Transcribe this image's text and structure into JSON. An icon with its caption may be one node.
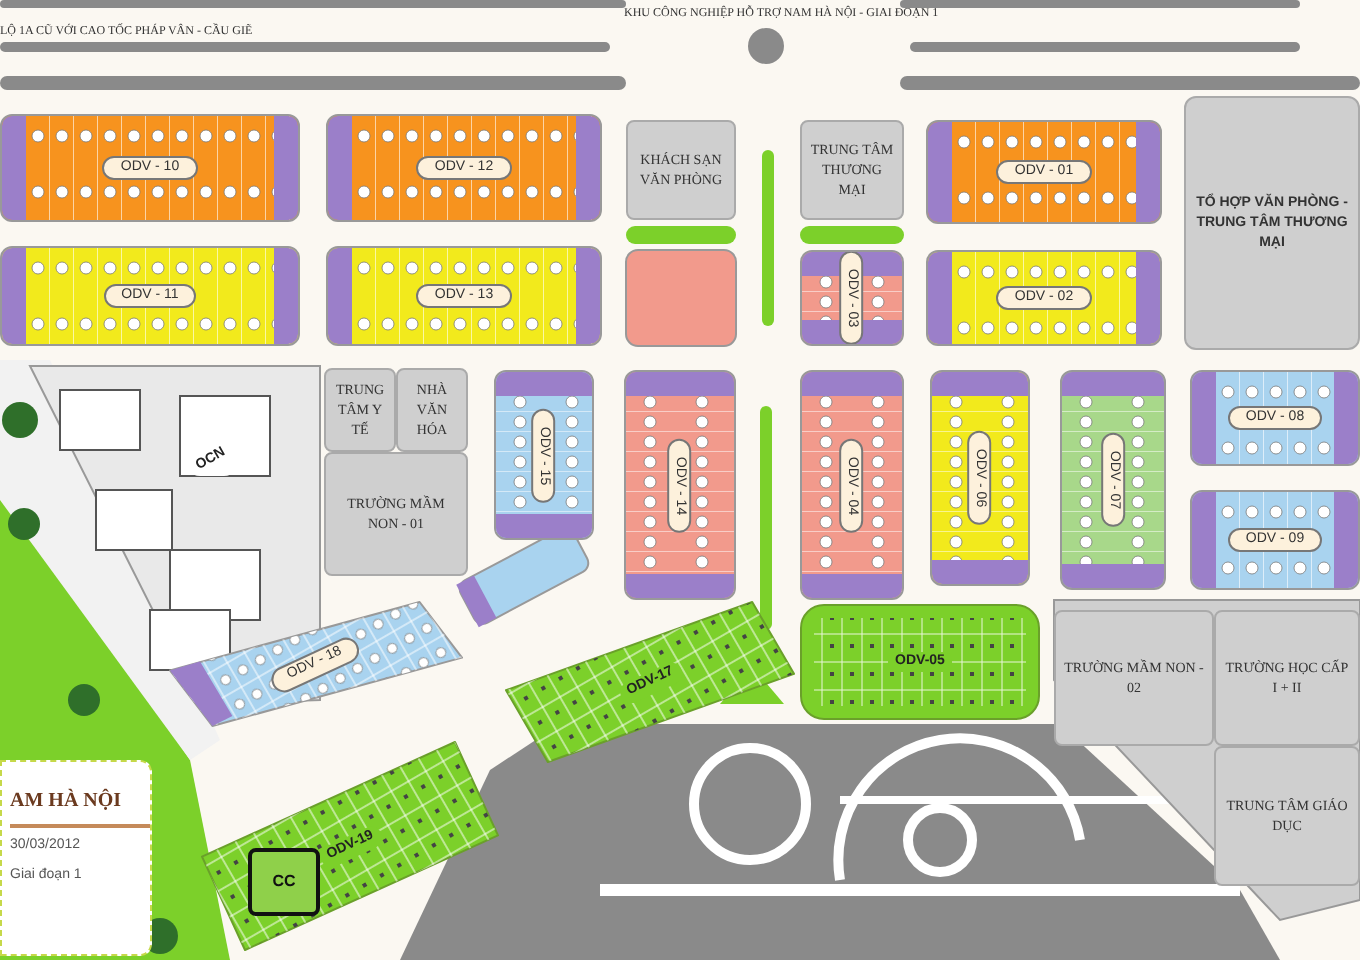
{
  "diagram": {
    "nodes": [
      {
        "text": [
          "ODV - 10"
        ]
      },
      {
        "text": [
          "ODV - 12"
        ]
      },
      {
        "text": [
          "KHÁCH SẠN VĂN PHÒNG"
        ]
      },
      {
        "text": [
          "TRUNG TÂM THƯƠNG MẠI"
        ]
      },
      {
        "text": [
          "ODV - 01"
        ]
      },
      {
        "text": [
          "TỔ HỢP VĂN PHÒNG - TRUNG TÂM THƯƠNG MẠI"
        ]
      },
      {
        "text": [
          "ODV - 11"
        ]
      },
      {
        "text": [
          "ODV - 13"
        ]
      },
      {
        "text": [
          "ODV - 03"
        ]
      },
      {
        "text": [
          "ODV - 02"
        ]
      },
      {
        "text": [
          "OCN"
        ]
      },
      {
        "text": [
          "TRUNG TÂM Y TẾ"
        ]
      },
      {
        "text": [
          "NHÀ VĂN HÓA"
        ]
      },
      {
        "text": [
          "TRƯỜNG MẦM NON - 01"
        ]
      },
      {
        "text": [
          "ODV - 15"
        ]
      },
      {
        "text": [
          "ODV - 14"
        ]
      },
      {
        "text": [
          "ODV - 04"
        ]
      },
      {
        "text": [
          "ODV - 06"
        ]
      },
      {
        "text": [
          "ODV - 07"
        ]
      },
      {
        "text": [
          "ODV - 08"
        ]
      },
      {
        "text": [
          "ODV - 09"
        ]
      },
      {
        "text": [
          "ODV-17"
        ]
      },
      {
        "text": [
          "ODV-05"
        ]
      },
      {
        "text": [
          "ODV - 18"
        ]
      },
      {
        "text": [
          "TRƯỜNG MẦM NON - 02"
        ]
      },
      {
        "text": [
          "TRƯỜNG HỌC CẤP I + II"
        ]
      },
      {
        "text": [
          "TRUNG TÂM GIÁO DỤC"
        ]
      },
      {
        "text": [
          "AM HÀ NỘI",
          "30/03/2012",
          "Giai đoạn 1"
        ]
      },
      {
        "text": [
          "ODV-19"
        ]
      },
      {
        "text": [
          "CC"
        ],
        "in": 28
      }
    ],
    "labels": [
      "LỘ 1A CŨ VỚI CAO TỐC PHÁP VÂN - CẦU GIẼ",
      "KHU CÔNG NGHIỆP HỖ TRỢ NAM HÀ NỘI - GIAI ĐOẠN 1"
    ]
  }
}
